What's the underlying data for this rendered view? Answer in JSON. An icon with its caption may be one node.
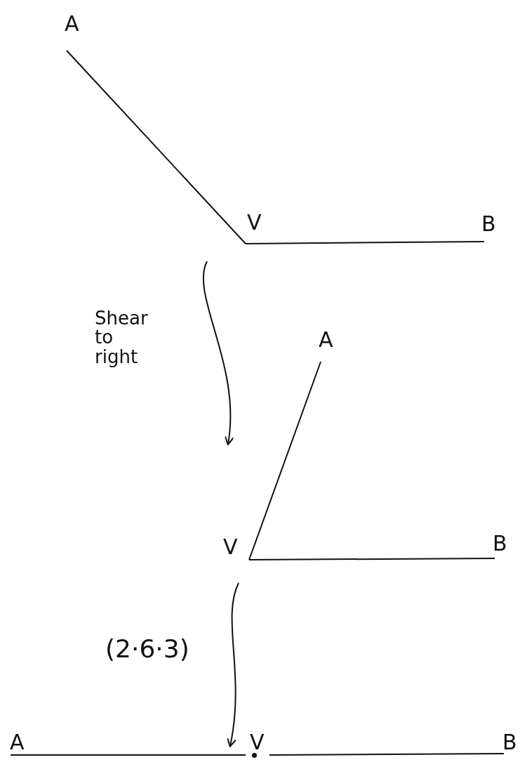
{
  "diagram": {
    "nodes": [
      {
        "text": [
          "A"
        ]
      },
      {
        "text": [
          "V"
        ]
      },
      {
        "text": [
          "B"
        ]
      },
      {
        "text": [
          "A"
        ]
      },
      {
        "text": [
          "V"
        ]
      },
      {
        "text": [
          "B"
        ]
      },
      {
        "text": [
          "A"
        ]
      },
      {
        "text": [
          "V"
        ]
      },
      {
        "text": [
          "B"
        ]
      }
    ],
    "edges": [
      {
        "from": 0,
        "to": 1,
        "arrow": "none"
      },
      {
        "from": 1,
        "to": 2,
        "arrow": "none"
      },
      {
        "from": 3,
        "to": 4,
        "arrow": "none"
      },
      {
        "from": 4,
        "to": 5,
        "arrow": "none"
      },
      {
        "from": 6,
        "to": 7,
        "arrow": "none"
      },
      {
        "from": 7,
        "to": 8,
        "arrow": "none"
      }
    ],
    "labels": [
      "Shear to right",
      "(2·6·3)"
    ]
  }
}
